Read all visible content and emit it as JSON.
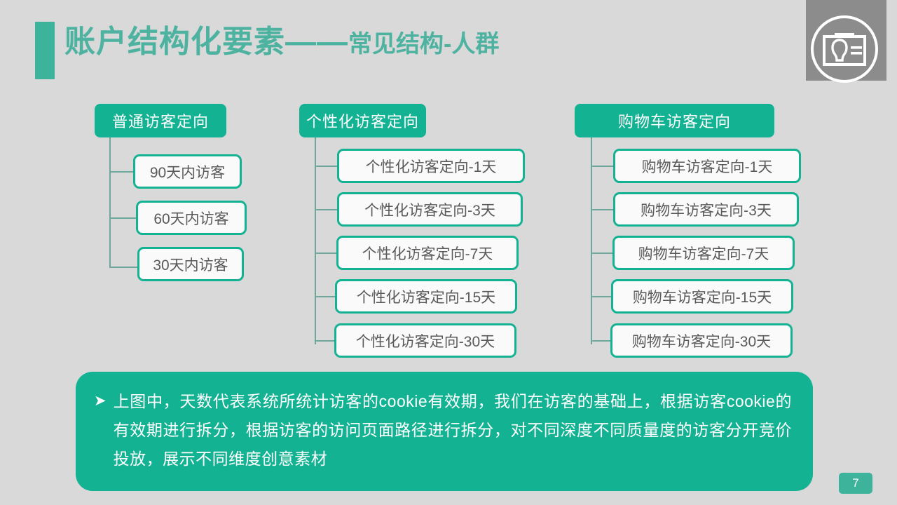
{
  "slide": {
    "background_color": "#d9d9d9",
    "accent_color": "#13b293",
    "title_main": "账户结构化要素——",
    "title_sub": "常见结构-人群",
    "page_number": "7"
  },
  "logo": {
    "icon_name": "id-badge-icon"
  },
  "columns": [
    {
      "header": "普通访客定向",
      "nodes": [
        "90天内访客",
        "60天内访客",
        "30天内访客"
      ]
    },
    {
      "header": "个性化访客定向",
      "nodes": [
        "个性化访客定向-1天",
        "个性化访客定向-3天",
        "个性化访客定向-7天",
        "个性化访客定向-15天",
        "个性化访客定向-30天"
      ]
    },
    {
      "header": "购物车访客定向",
      "nodes": [
        "购物车访客定向-1天",
        "购物车访客定向-3天",
        "购物车访客定向-7天",
        "购物车访客定向-15天",
        "购物车访客定向-30天"
      ]
    }
  ],
  "note": {
    "bullet": "➤",
    "text": "上图中，天数代表系统所统计访客的cookie有效期，我们在访客的基础上，根据访客cookie的有效期进行拆分，根据访客的访问页面路径进行拆分，对不同深度不同质量度的访客分开竞价投放，展示不同维度创意素材"
  }
}
